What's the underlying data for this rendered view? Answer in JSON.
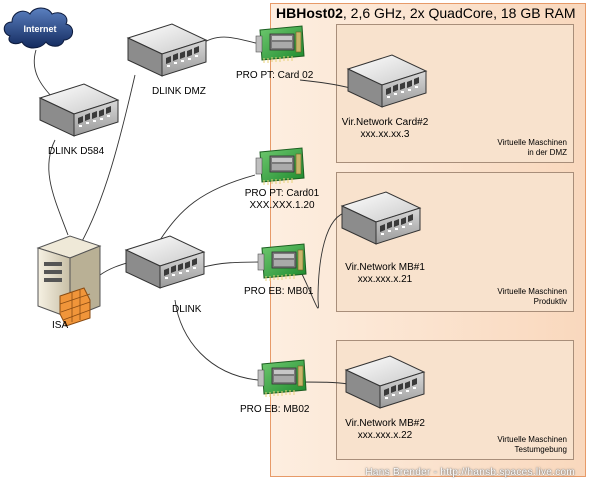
{
  "host": {
    "name": "HBHost02",
    "specs": ", 2,6 GHz, 2x QuadCore, 18 GB RAM"
  },
  "cloud": {
    "label": "Internet"
  },
  "devices": {
    "dlink_dmz": "DLINK DMZ",
    "dlink_d584": "DLINK D584",
    "dlink": "DLINK",
    "isa": "ISA"
  },
  "nics": {
    "card02": "PRO PT: Card 02",
    "card01_name": "PRO PT: Card01",
    "card01_ip": "XXX.XXX.1.20",
    "mb01": "PRO EB: MB01",
    "mb02": "PRO EB: MB02"
  },
  "vms": [
    {
      "network": "Vir.Network Card#2",
      "ip": "xxx.xx.xx.3",
      "desc_line1": "Virtuelle Maschinen",
      "desc_line2": "in der DMZ"
    },
    {
      "network": "Vir.Network MB#1",
      "ip": "xxx.xxx.x.21",
      "desc_line1": "Virtuelle Maschinen",
      "desc_line2": "Produktiv"
    },
    {
      "network": "Vir.Network MB#2",
      "ip": "xxx.xxx.x.22",
      "desc_line1": "Virtuelle Maschinen",
      "desc_line2": "Testumgebung"
    }
  ],
  "footer": "Hans Brender - http://hansb.spaces.live.com"
}
